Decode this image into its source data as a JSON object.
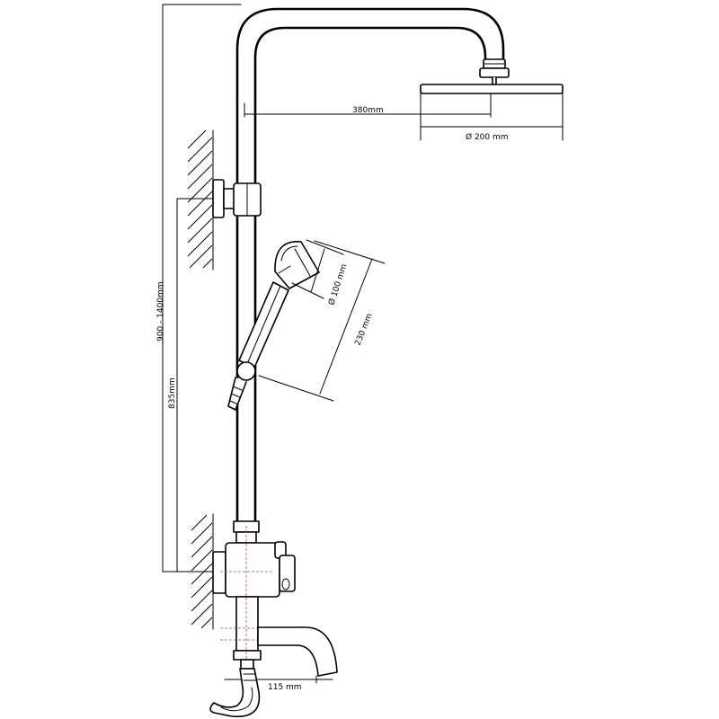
{
  "dimensions": {
    "arm_reach": "380mm",
    "head_diameter": "Ø 200 mm",
    "total_height": "900 - 1400mm",
    "mixer_to_bracket": "835mm",
    "hand_shower_diameter": "Ø 100 mm",
    "hand_shower_length": "230 mm",
    "spout_reach": "115 mm"
  },
  "colors": {
    "line": "#000000",
    "background": "#ffffff",
    "centre_line": "#b05050"
  }
}
